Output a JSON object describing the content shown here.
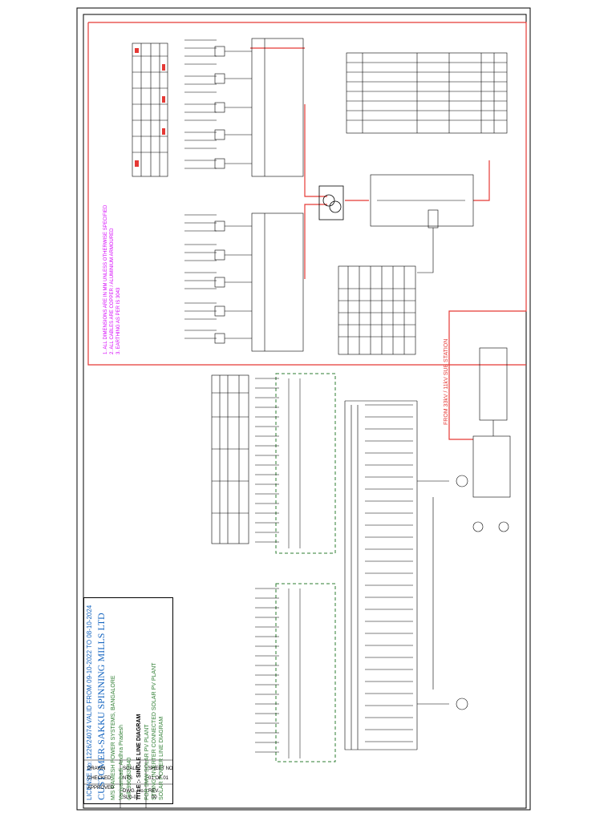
{
  "title_block": {
    "license_line": "LICENSE No: 1226/24074 VALID FROM 09-10-2022 TO 08-10-2024",
    "customer_line": "CUSTOMER-SAKKU SPINNING MILLS LTD",
    "firm_line": "M/S RAMESH POWER SYSTEMS, BANGALORE",
    "address_line": "Vaniyambadi, Andhra Pradesh",
    "cell_line": "cell: 9966839840",
    "title_line": "TITLE :- SINGLE LINE DIAGRAM",
    "subtitle_1": "FOR 5MW SOLAR PV PLANT",
    "subtitle_2": "STRING INVERTER CONNECTED SOLAR PV PLANT",
    "subtitle_3": "SOLAR POWER LINE DIAGRAM",
    "drawn_label": "DRAWN",
    "checked_label": "CHECKED",
    "approved_label": "APPROVED",
    "scale_label": "SCALE",
    "scale_value": "NTS",
    "sheet_label": "SHEET NO",
    "sheet_value": "01 OF 01",
    "dwg_label": "DWG. No.",
    "dwg_value": "SLD-01",
    "rev_label": "REV.",
    "rev_value": "00"
  },
  "notes": [
    "1. ALL DIMENSIONS ARE IN MM UNLESS OTHERWISE SPECIFIED",
    "2. ALL CABLES ARE COPPER / ALUMINIUM ARMOURED",
    "3. EARTHING AS PER IS 3043"
  ],
  "feeder_label": "FROM 33kV / 11kV SUB STATION",
  "colors": {
    "border": "#000000",
    "red_line": "#e53935",
    "green_dash": "#2e7d32",
    "blue_text": "#1565c0",
    "magenta_text": "#d500f9"
  }
}
